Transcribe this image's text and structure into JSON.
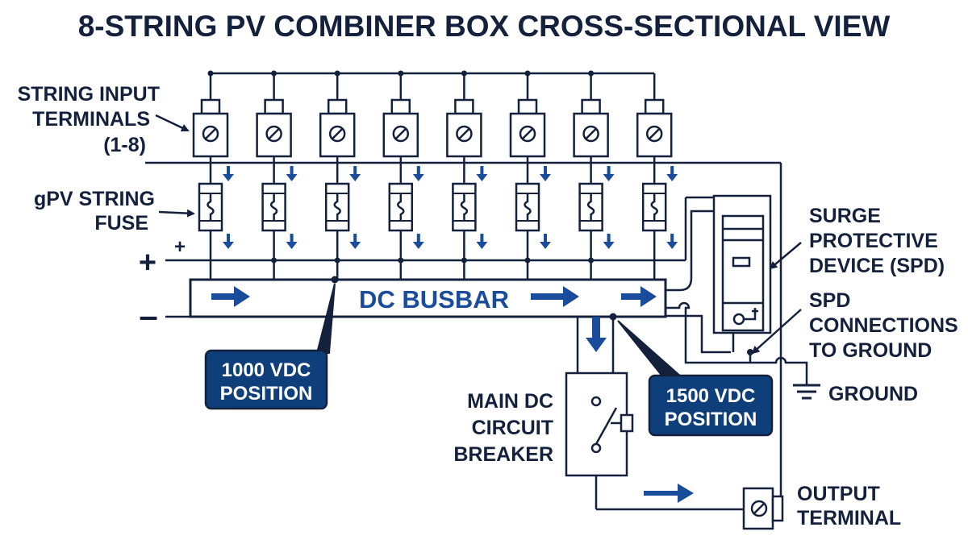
{
  "title": "8-STRING PV COMBINER BOX CROSS-SECTIONAL VIEW",
  "labels": {
    "string_input": [
      "STRING INPUT",
      "TERMINALS",
      "(1-8)"
    ],
    "fuse": [
      "gPV STRING",
      "FUSE"
    ],
    "spd": [
      "SURGE",
      "PROTECTIVE",
      "DEVICE (SPD)"
    ],
    "spd_ground": [
      "SPD",
      "CONNECTIONS",
      "TO GROUND"
    ],
    "ground": "GROUND",
    "breaker": [
      "MAIN DC",
      "CIRCUIT",
      "BREAKER"
    ],
    "output": [
      "OUTPUT",
      "TERMINAL"
    ],
    "busbar": "DC BUSBAR",
    "plus": "+",
    "plus_small": "+",
    "minus": "–"
  },
  "badges": {
    "v1000": [
      "1000 VDC",
      "POSITION"
    ],
    "v1500": [
      "1500 VDC",
      "POSITION"
    ]
  },
  "colors": {
    "ink": "#14213d",
    "accent": "#1a4c9c",
    "badge": "#0f3f7a"
  },
  "string_count": 8
}
